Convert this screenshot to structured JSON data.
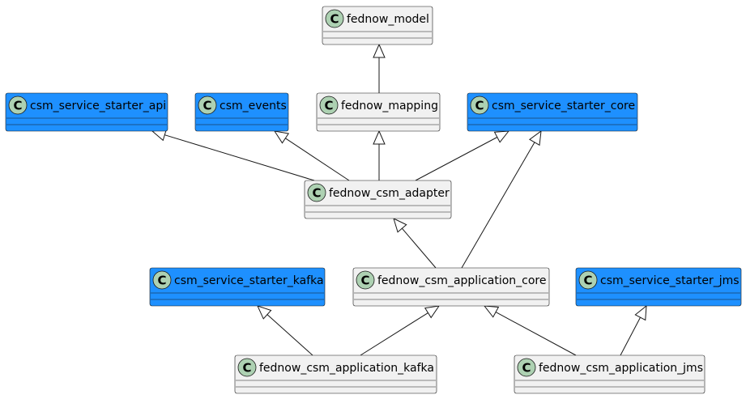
{
  "colors": {
    "default_fill": "#F1F1F1",
    "highlight_fill": "#1E90FF",
    "spot_fill": "#ADD1B2",
    "line": "#181818"
  },
  "spot_letter": "C",
  "classes": [
    {
      "id": "fednow_model",
      "label": "fednow_model",
      "highlight": false
    },
    {
      "id": "csm_service_starter_api",
      "label": "csm_service_starter_api",
      "highlight": true
    },
    {
      "id": "csm_events",
      "label": "csm_events",
      "highlight": true
    },
    {
      "id": "fednow_mapping",
      "label": "fednow_mapping",
      "highlight": false
    },
    {
      "id": "csm_service_starter_core",
      "label": "csm_service_starter_core",
      "highlight": true
    },
    {
      "id": "fednow_csm_adapter",
      "label": "fednow_csm_adapter",
      "highlight": false
    },
    {
      "id": "csm_service_starter_kafka",
      "label": "csm_service_starter_kafka",
      "highlight": true
    },
    {
      "id": "fednow_csm_application_core",
      "label": "fednow_csm_application_core",
      "highlight": false
    },
    {
      "id": "csm_service_starter_jms",
      "label": "csm_service_starter_jms",
      "highlight": true
    },
    {
      "id": "fednow_csm_application_kafka",
      "label": "fednow_csm_application_kafka",
      "highlight": false
    },
    {
      "id": "fednow_csm_application_jms",
      "label": "fednow_csm_application_jms",
      "highlight": false
    }
  ],
  "inheritance": [
    {
      "child": "fednow_mapping",
      "parent": "fednow_model"
    },
    {
      "child": "fednow_csm_adapter",
      "parent": "csm_service_starter_api"
    },
    {
      "child": "fednow_csm_adapter",
      "parent": "csm_events"
    },
    {
      "child": "fednow_csm_adapter",
      "parent": "fednow_mapping"
    },
    {
      "child": "fednow_csm_adapter",
      "parent": "csm_service_starter_core"
    },
    {
      "child": "fednow_csm_application_core",
      "parent": "fednow_csm_adapter"
    },
    {
      "child": "fednow_csm_application_core",
      "parent": "csm_service_starter_core"
    },
    {
      "child": "fednow_csm_application_kafka",
      "parent": "csm_service_starter_kafka"
    },
    {
      "child": "fednow_csm_application_kafka",
      "parent": "fednow_csm_application_core"
    },
    {
      "child": "fednow_csm_application_jms",
      "parent": "fednow_csm_application_core"
    },
    {
      "child": "fednow_csm_application_jms",
      "parent": "csm_service_starter_jms"
    }
  ]
}
